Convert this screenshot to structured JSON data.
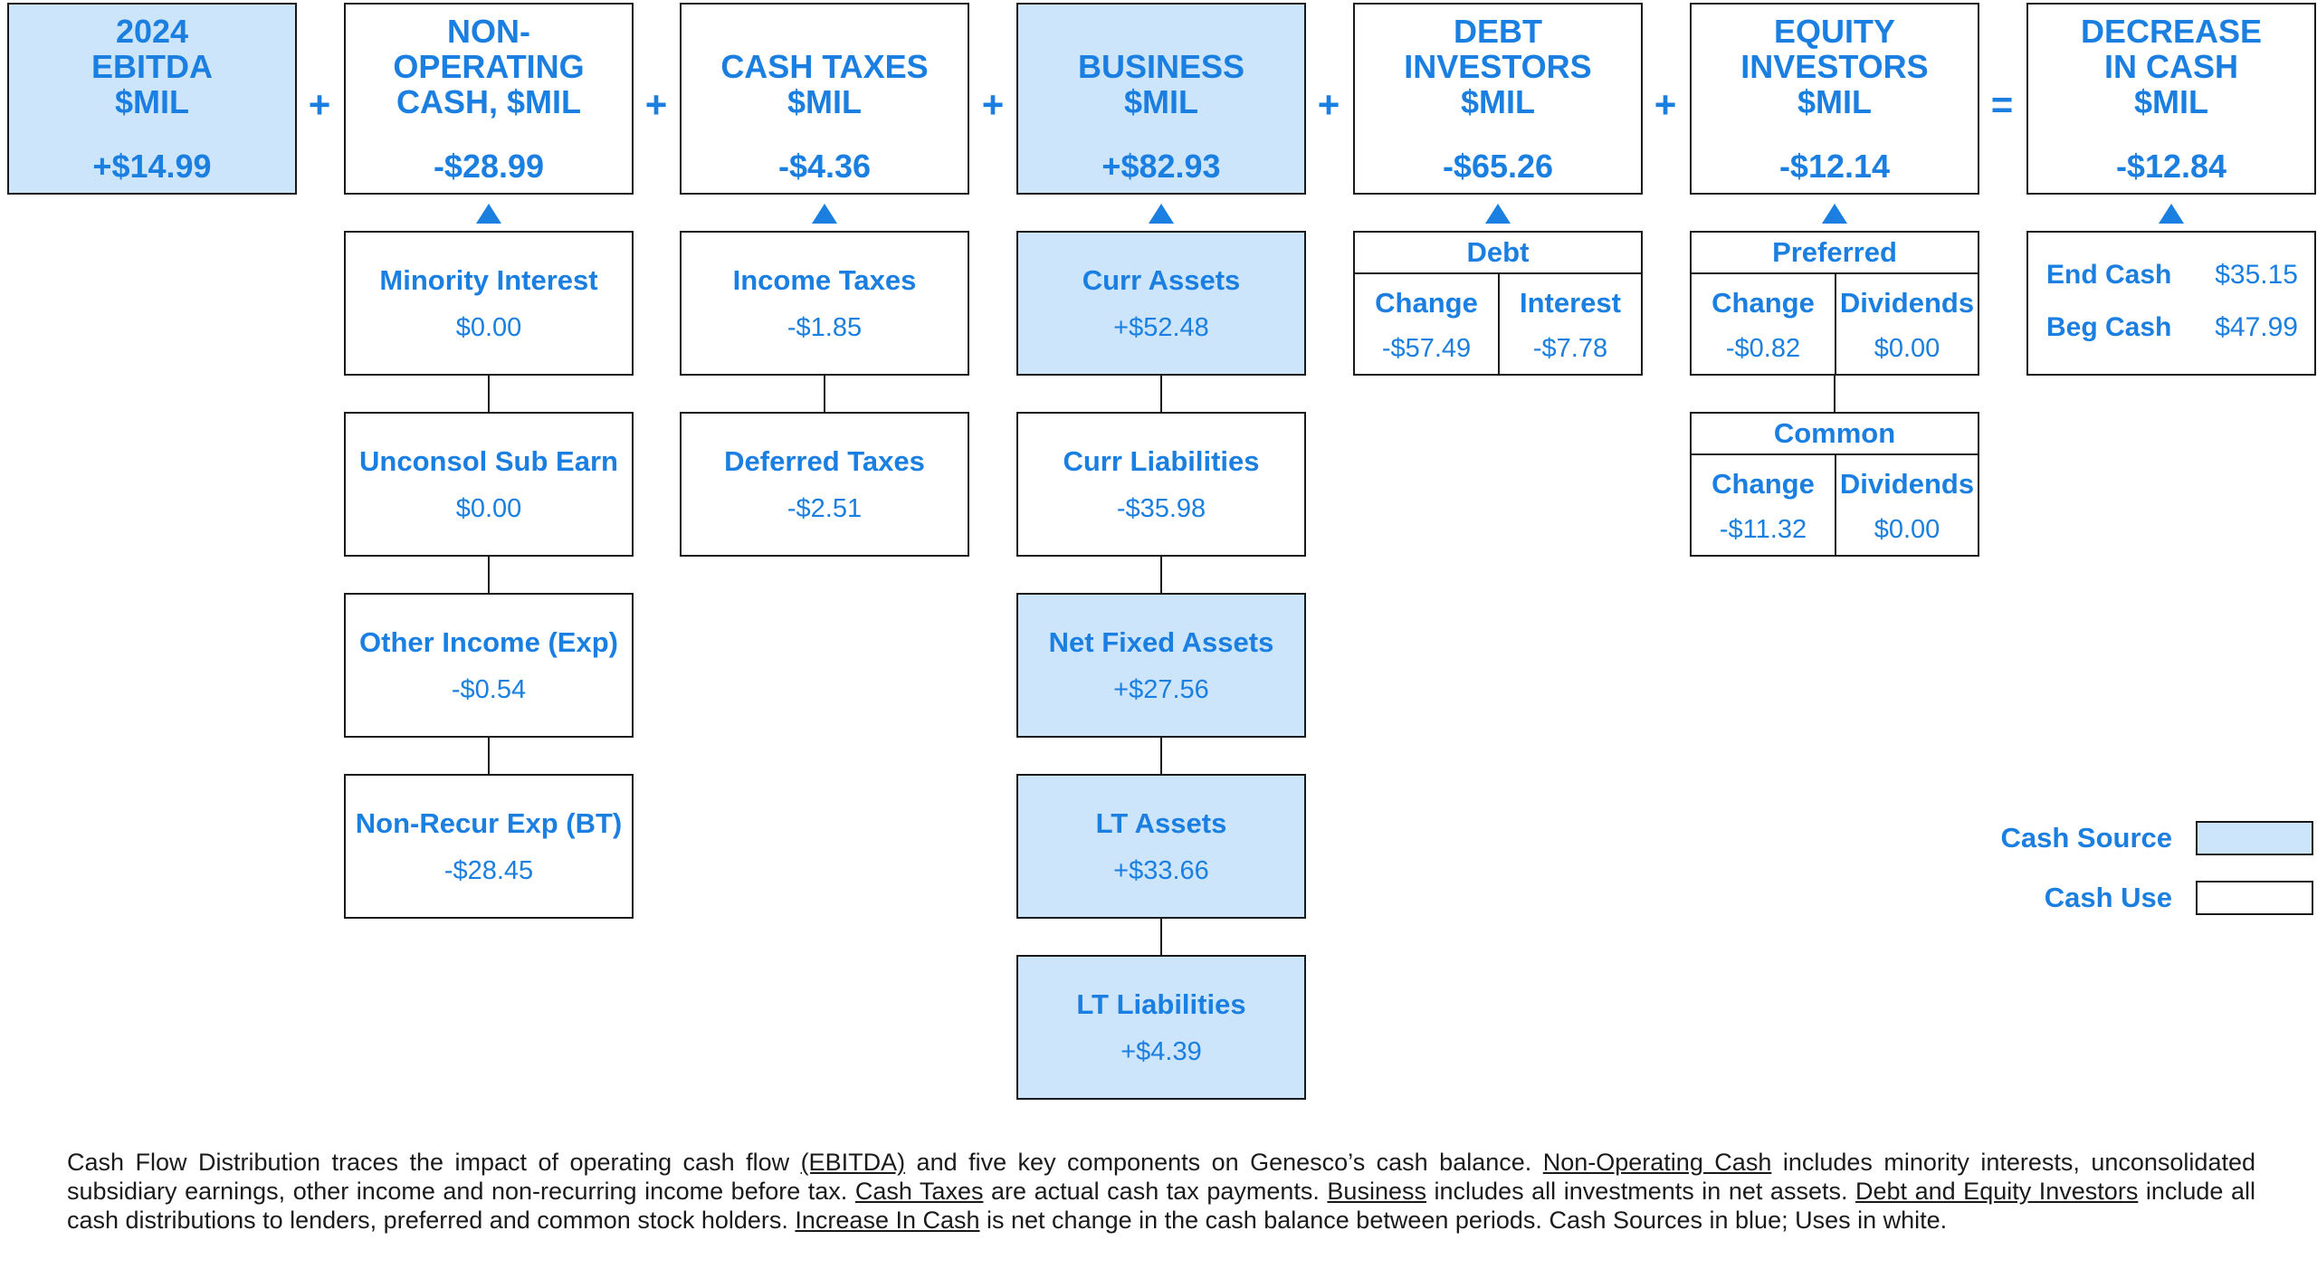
{
  "headers": [
    {
      "title": "2024\nEBITDA\n$MIL",
      "value": "+$14.99",
      "source": true
    },
    {
      "title": "NON-\nOPERATING\nCASH, $MIL",
      "value": "-$28.99",
      "source": false
    },
    {
      "title": "CASH TAXES\n$MIL",
      "value": "-$4.36",
      "source": false
    },
    {
      "title": "BUSINESS\n$MIL",
      "value": "+$82.93",
      "source": true
    },
    {
      "title": "DEBT\nINVESTORS\n$MIL",
      "value": "-$65.26",
      "source": false
    },
    {
      "title": "EQUITY\nINVESTORS\n$MIL",
      "value": "-$12.14",
      "source": false
    },
    {
      "title": "DECREASE\nIN CASH\n$MIL",
      "value": "-$12.84",
      "source": false
    }
  ],
  "operators": [
    "+",
    "+",
    "+",
    "+",
    "+",
    "="
  ],
  "non_operating": [
    {
      "label": "Minority Interest",
      "value": "$0.00"
    },
    {
      "label": "Unconsol Sub Earn",
      "value": "$0.00"
    },
    {
      "label": "Other Income (Exp)",
      "value": "-$0.54"
    },
    {
      "label": "Non-Recur Exp (BT)",
      "value": "-$28.45"
    }
  ],
  "cash_taxes": [
    {
      "label": "Income Taxes",
      "value": "-$1.85"
    },
    {
      "label": "Deferred Taxes",
      "value": "-$2.51"
    }
  ],
  "business": [
    {
      "label": "Curr Assets",
      "value": "+$52.48",
      "source": true
    },
    {
      "label": "Curr Liabilities",
      "value": "-$35.98",
      "source": false
    },
    {
      "label": "Net Fixed Assets",
      "value": "+$27.56",
      "source": true
    },
    {
      "label": "LT Assets",
      "value": "+$33.66",
      "source": true
    },
    {
      "label": "LT Liabilities",
      "value": "+$4.39",
      "source": true
    }
  ],
  "debt": {
    "title": "Debt",
    "change_label": "Change",
    "change_value": "-$57.49",
    "interest_label": "Interest",
    "interest_value": "-$7.78"
  },
  "preferred": {
    "title": "Preferred",
    "change_label": "Change",
    "change_value": "-$0.82",
    "dividends_label": "Dividends",
    "dividends_value": "$0.00"
  },
  "common": {
    "title": "Common",
    "change_label": "Change",
    "change_value": "-$11.32",
    "dividends_label": "Dividends",
    "dividends_value": "$0.00"
  },
  "cash": {
    "end_label": "End Cash",
    "end_value": "$35.15",
    "beg_label": "Beg Cash",
    "beg_value": "$47.99"
  },
  "legend": {
    "source_label": "Cash Source",
    "use_label": "Cash Use",
    "source_color": "#cce5fb",
    "use_color": "#ffffff"
  },
  "note": {
    "p1": "Cash Flow Distribution traces the impact of operating cash flow ",
    "u1": "(EBITDA)",
    "p2": " and five key components on Genesco’s cash balance. ",
    "u2": "Non-Operating Cash",
    "p3": " includes minority interests, unconsolidated subsidiary earnings, other income and non-recurring income before tax. ",
    "u3": "Cash Taxes",
    "p4": " are actual cash tax payments. ",
    "u4": "Business",
    "p5": " includes all investments in net assets. ",
    "u5": "Debt and Equity Investors",
    "p6": " include all cash distributions to lenders, preferred and common stock holders. ",
    "u6": "Increase In Cash",
    "p7": " is net change in the cash balance between periods. Cash Sources in blue; Uses in white."
  }
}
